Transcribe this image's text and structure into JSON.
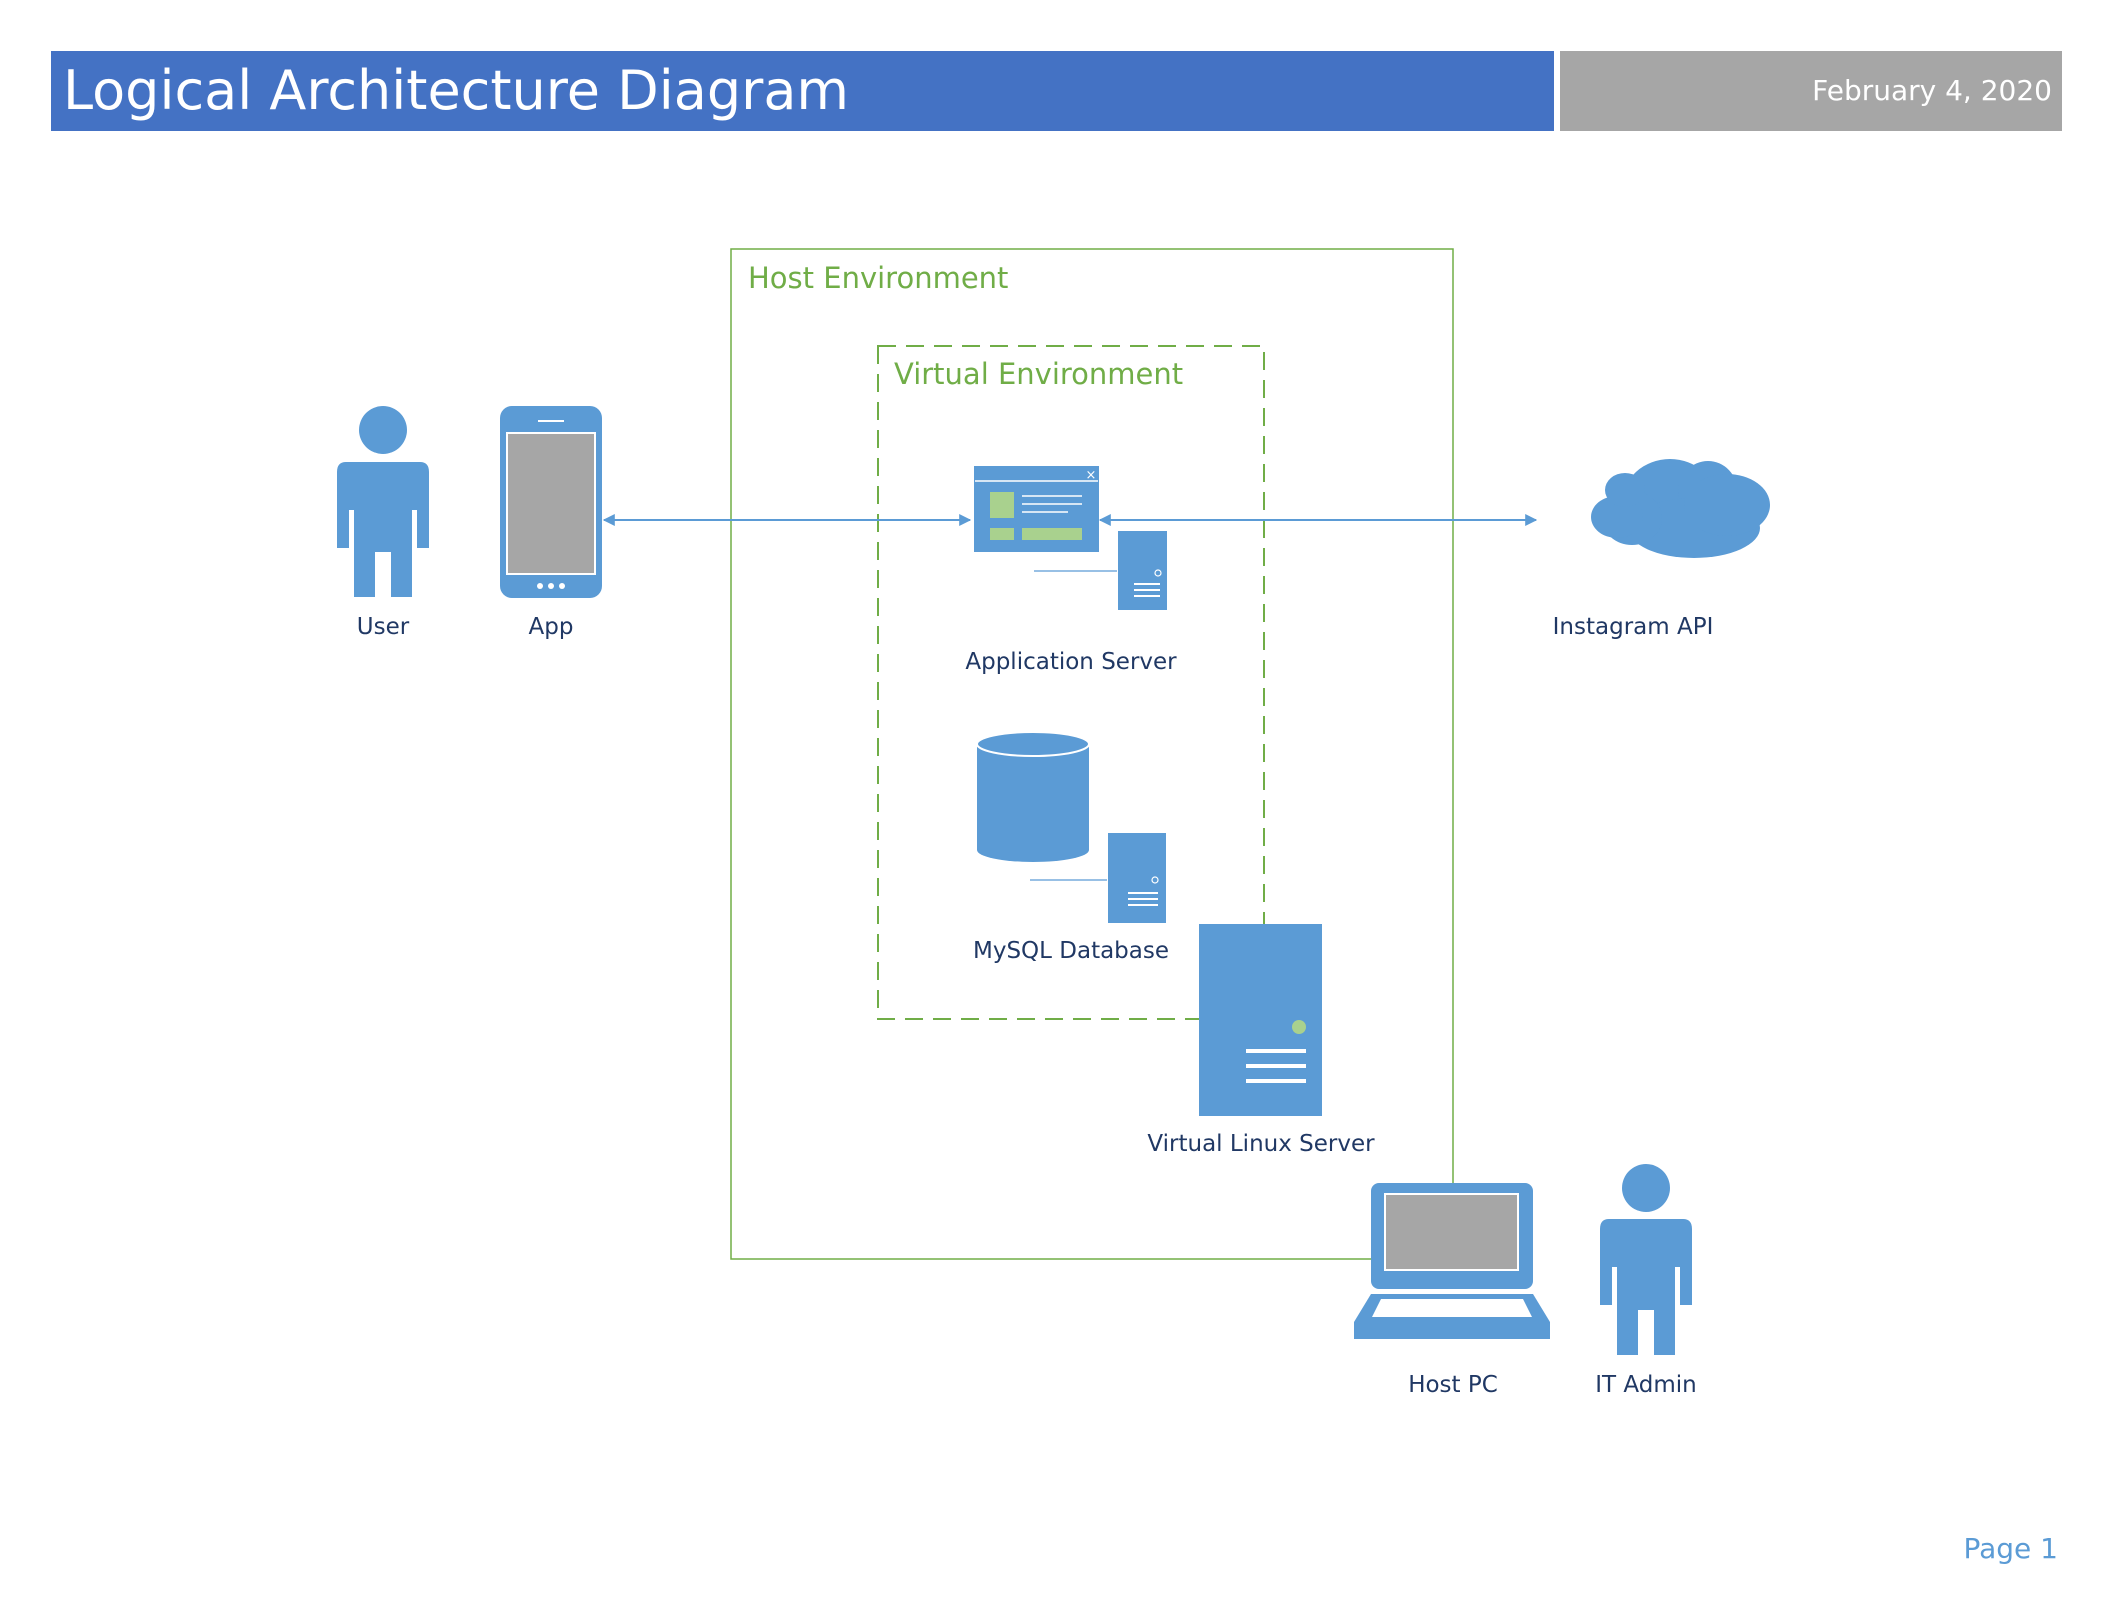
{
  "header": {
    "title": "Logical Architecture Diagram",
    "date": "February 4, 2020"
  },
  "diagram": {
    "host_environment_label": "Host Environment",
    "virtual_environment_label": "Virtual Environment",
    "nodes": {
      "user": "User",
      "app": "App",
      "application_server": "Application Server",
      "mysql_database": "MySQL Database",
      "virtual_linux_server": "Virtual Linux Server",
      "instagram_api": "Instagram API",
      "host_pc": "Host PC",
      "it_admin": "IT Admin"
    },
    "icons": {
      "user": "person-icon",
      "app": "mobile-phone-icon",
      "application_server": "web-server-icon",
      "mysql_database": "database-server-icon",
      "virtual_linux_server": "server-tower-icon",
      "instagram_api": "cloud-icon",
      "host_pc": "laptop-icon",
      "it_admin": "person-icon"
    },
    "connections": [
      {
        "from": "App",
        "to": "Application Server",
        "direction": "bidirectional"
      },
      {
        "from": "Application Server",
        "to": "Instagram API",
        "direction": "bidirectional"
      }
    ]
  },
  "colors": {
    "title_bar": "#4472c4",
    "date_bar": "#a6a6a6",
    "icon_blue": "#5b9bd5",
    "environment_green": "#70ad47",
    "screen_gray": "#a6a6a6",
    "label_navy": "#203864"
  },
  "footer": {
    "page_label": "Page 1"
  }
}
